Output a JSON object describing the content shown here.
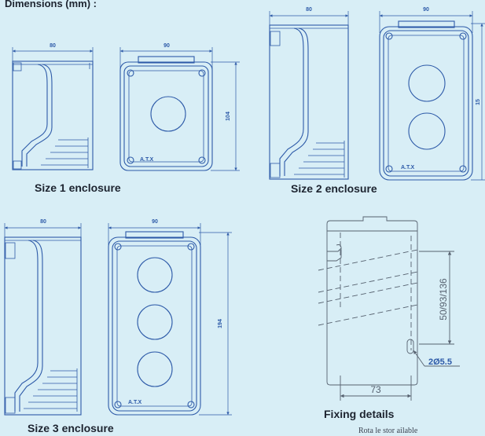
{
  "heading": "Dimensions (mm) :",
  "captions": {
    "size1": "Size 1 enclosure",
    "size2": "Size 2 enclosure",
    "size3": "Size 3 enclosure",
    "fixing": "Fixing details"
  },
  "dimensions": {
    "depth": "80",
    "width": "90",
    "height_size1": "104",
    "height_size2": "15",
    "height_size3": "194",
    "fixing_width": "73",
    "fixing_spacing": "50/93/136",
    "fixing_hole": "2Ø5.5"
  },
  "logo_text": "A.T.X",
  "footnote": "Rota    le stor    ailable",
  "colors": {
    "background": "#d8eef6",
    "drawing": "#2d5aa8",
    "fixing": "#56616f",
    "text": "#1d2430"
  }
}
